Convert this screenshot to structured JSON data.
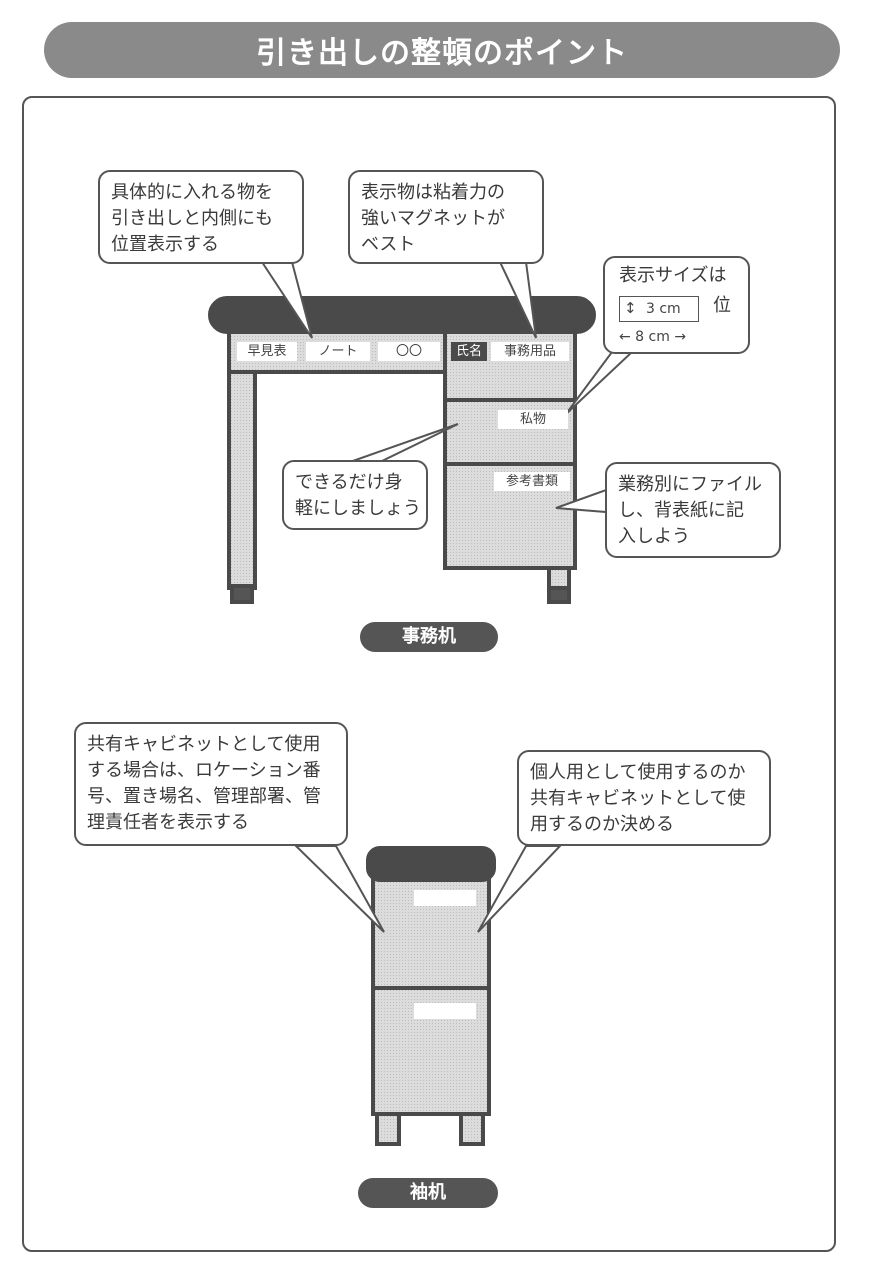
{
  "title": "引き出しの整頓のポイント",
  "colors": {
    "title_bg": "#8a8a8a",
    "desk_fill": "#d6d6d6",
    "desk_dark": "#4a4a4a",
    "outline": "#555555"
  },
  "office_desk": {
    "caption": "事務机",
    "drawer_labels": {
      "quick_ref": "早見表",
      "notebook": "ノート",
      "placeholder": "〇〇",
      "name": "氏名",
      "supplies": "事務用品",
      "personal": "私物",
      "reference": "参考書類"
    },
    "callouts": {
      "specific_items": "具体的に入れる物を\n引き出しと内側にも\n位置表示する",
      "magnet": "表示物は粘着力の\n強いマグネットが\nベスト",
      "label_size": {
        "heading": "表示サイズは",
        "height": "3 cm",
        "width": "← 8 cm →",
        "suffix": "位"
      },
      "light": "できるだけ身\n軽にしましょう",
      "file_by_task": "業務別にファイル\nし、背表紙に記\n入しよう"
    }
  },
  "side_desk": {
    "caption": "袖机",
    "callouts": {
      "shared_cabinet": "共有キャビネットとして使用\nする場合は、ロケーション番\n号、置き場名、管理部署、管\n理責任者を表示する",
      "decide_use": "個人用として使用するのか\n共有キャビネットとして使\n用するのか決める"
    }
  }
}
